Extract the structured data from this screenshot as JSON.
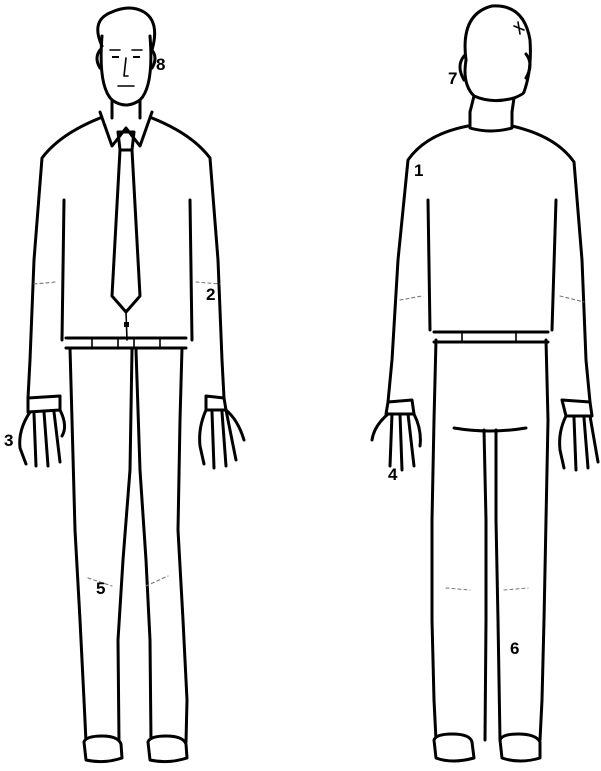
{
  "figure": {
    "labels": [
      "8",
      "2",
      "3",
      "5",
      "7",
      "1",
      "4",
      "6"
    ]
  }
}
